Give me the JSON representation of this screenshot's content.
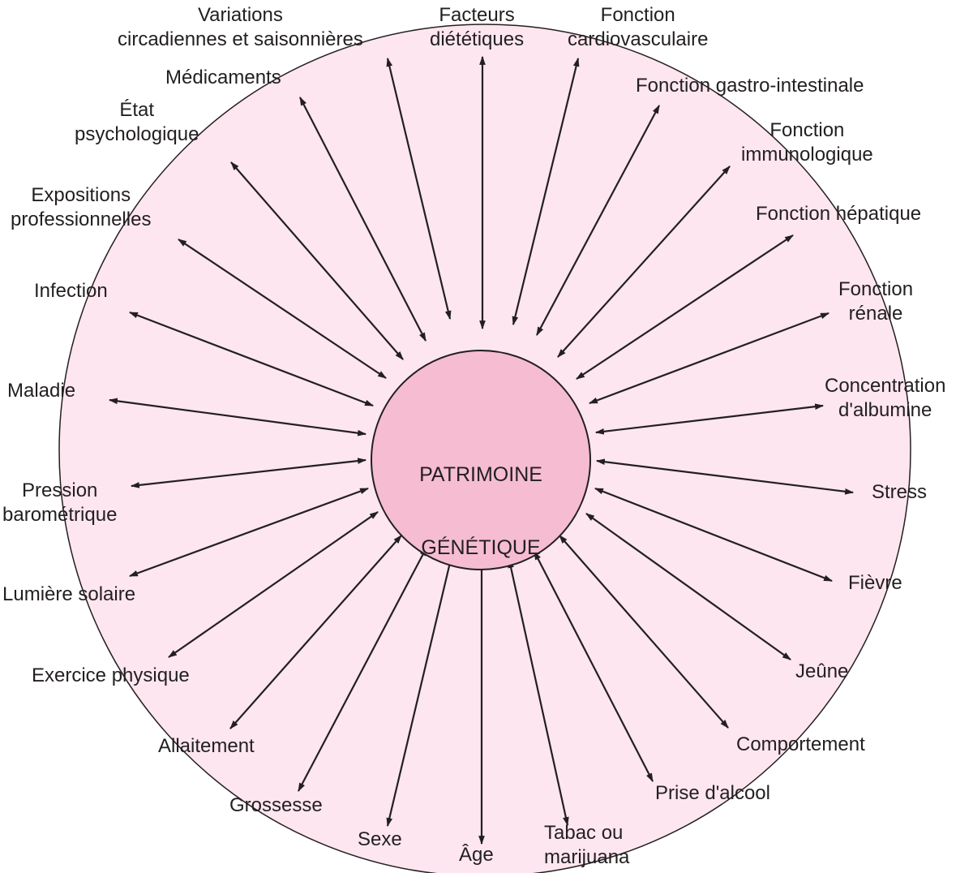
{
  "colors": {
    "outer_fill": "#fde6ef",
    "center_fill": "#f5bcd2",
    "stroke": "#231f20",
    "text": "#231f20"
  },
  "center": {
    "line1": "PATRIMOINE",
    "line2": "GÉNÉTIQUE"
  },
  "factors": [
    {
      "id": "variations",
      "text": "Variations\ncircadiennes et saisonnières"
    },
    {
      "id": "facteurs-dietetiques",
      "text": "Facteurs\ndiététiques"
    },
    {
      "id": "fonction-cardiovasculaire",
      "text": "Fonction\ncardiovasculaire"
    },
    {
      "id": "medicaments",
      "text": "Médicaments"
    },
    {
      "id": "fonction-gastro-intestinale",
      "text": "Fonction gastro-intestinale"
    },
    {
      "id": "etat-psychologique",
      "text": "État\npsychologique"
    },
    {
      "id": "fonction-immunologique",
      "text": "Fonction\nimmunologique"
    },
    {
      "id": "expositions-professionnelles",
      "text": "Expositions\nprofessionnelles"
    },
    {
      "id": "fonction-hepatique",
      "text": "Fonction hépatique"
    },
    {
      "id": "infection",
      "text": "Infection"
    },
    {
      "id": "fonction-renale",
      "text": "Fonction\nrénale"
    },
    {
      "id": "maladie",
      "text": "Maladie"
    },
    {
      "id": "concentration-albumine",
      "text": "Concentration\nd'albumine"
    },
    {
      "id": "pression-barometrique",
      "text": "Pression\nbarométrique"
    },
    {
      "id": "stress",
      "text": "Stress"
    },
    {
      "id": "lumiere-solaire",
      "text": "Lumière solaire"
    },
    {
      "id": "fievre",
      "text": "Fièvre"
    },
    {
      "id": "exercice-physique",
      "text": "Exercice physique"
    },
    {
      "id": "jeune",
      "text": "Jeûne"
    },
    {
      "id": "allaitement",
      "text": "Allaitement"
    },
    {
      "id": "comportement",
      "text": "Comportement"
    },
    {
      "id": "grossesse",
      "text": "Grossesse"
    },
    {
      "id": "prise-alcool",
      "text": "Prise d'alcool"
    },
    {
      "id": "sexe",
      "text": "Sexe"
    },
    {
      "id": "age",
      "text": "Âge"
    },
    {
      "id": "tabac-marijuana",
      "text": "Tabac ou\nmarijuana"
    }
  ]
}
